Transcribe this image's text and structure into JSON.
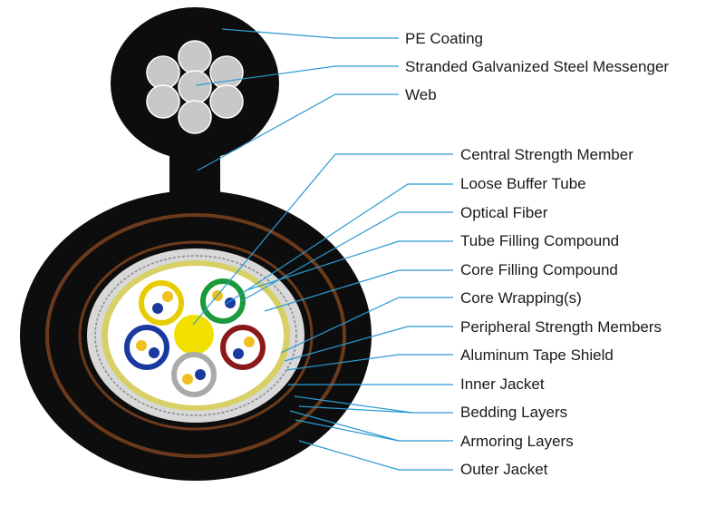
{
  "labels": {
    "pe_coating": "PE Coating",
    "messenger": "Stranded Galvanized Steel Messenger",
    "web": "Web",
    "central_strength": "Central Strength Member",
    "loose_buffer": "Loose Buffer Tube",
    "optical_fiber": "Optical Fiber",
    "tube_filling": "Tube Filling Compound",
    "core_filling": "Core Filling Compound",
    "core_wrapping": "Core Wrapping(s)",
    "peripheral_strength": "Peripheral Strength Members",
    "aluminum_tape": "Aluminum Tape Shield",
    "inner_jacket": "Inner Jacket",
    "bedding": "Bedding Layers",
    "armoring": "Armoring Layers",
    "outer_jacket": "Outer Jacket"
  },
  "colors": {
    "jacket": "#0d0d0d",
    "wire": "#c8c8c8",
    "armor": "#6b3a1a",
    "shield": "#d8d8d8",
    "wrapping": "#d8d066",
    "core": "#ffffff",
    "strength_member": "#f2e000",
    "leader": "#2a9ad0",
    "tube_yellow": "#e8cc00",
    "tube_green": "#1a9a3a",
    "tube_blue": "#1a3aa0",
    "tube_red": "#8a1a1a",
    "tube_grey": "#aaaaaa",
    "fiber_yellow": "#f0c020",
    "fiber_blue": "#1a3aa0"
  }
}
